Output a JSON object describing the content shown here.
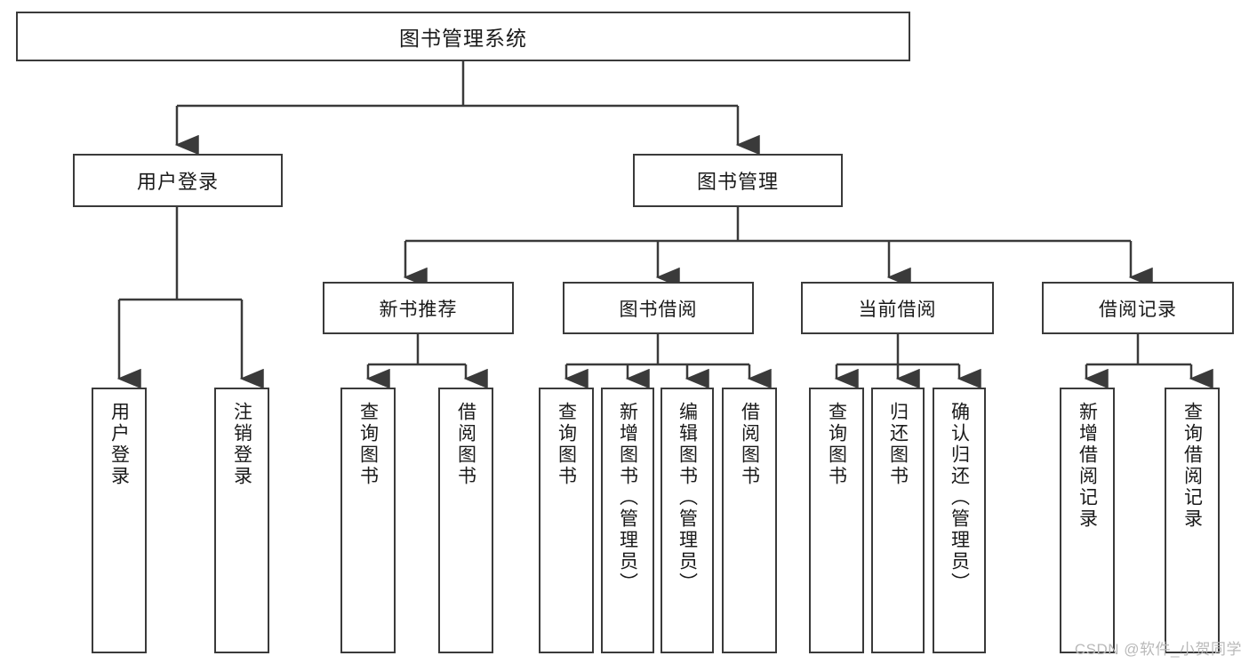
{
  "diagram": {
    "title": "图书管理系统",
    "type": "tree-hierarchy",
    "colors": {
      "background": "#ffffff",
      "node_fill": "#ffffff",
      "node_stroke": "#3a3a3a",
      "edge_stroke": "#3a3a3a",
      "text": "#1a1a1a",
      "watermark": "#b9b9b9"
    },
    "root": {
      "label": "图书管理系统"
    },
    "level2": [
      {
        "label": "用户登录"
      },
      {
        "label": "图书管理"
      }
    ],
    "level3": [
      {
        "label": "新书推荐"
      },
      {
        "label": "图书借阅"
      },
      {
        "label": "当前借阅"
      },
      {
        "label": "借阅记录"
      }
    ],
    "leaves": {
      "user_login": [
        {
          "label": "用户登录"
        },
        {
          "label": "注销登录"
        }
      ],
      "new_book": [
        {
          "label": "查询图书"
        },
        {
          "label": "借阅图书"
        }
      ],
      "borrow_book": [
        {
          "label": "查询图书"
        },
        {
          "label": "新增图书（管理员）"
        },
        {
          "label": "编辑图书（管理员）"
        },
        {
          "label": "借阅图书"
        }
      ],
      "current_borrow": [
        {
          "label": "查询图书"
        },
        {
          "label": "归还图书"
        },
        {
          "label": "确认归还（管理员）"
        }
      ],
      "borrow_record": [
        {
          "label": "新增借阅记录"
        },
        {
          "label": "查询借阅记录"
        }
      ]
    }
  },
  "watermark": {
    "text": "CSDN @软件_小贺同学"
  }
}
